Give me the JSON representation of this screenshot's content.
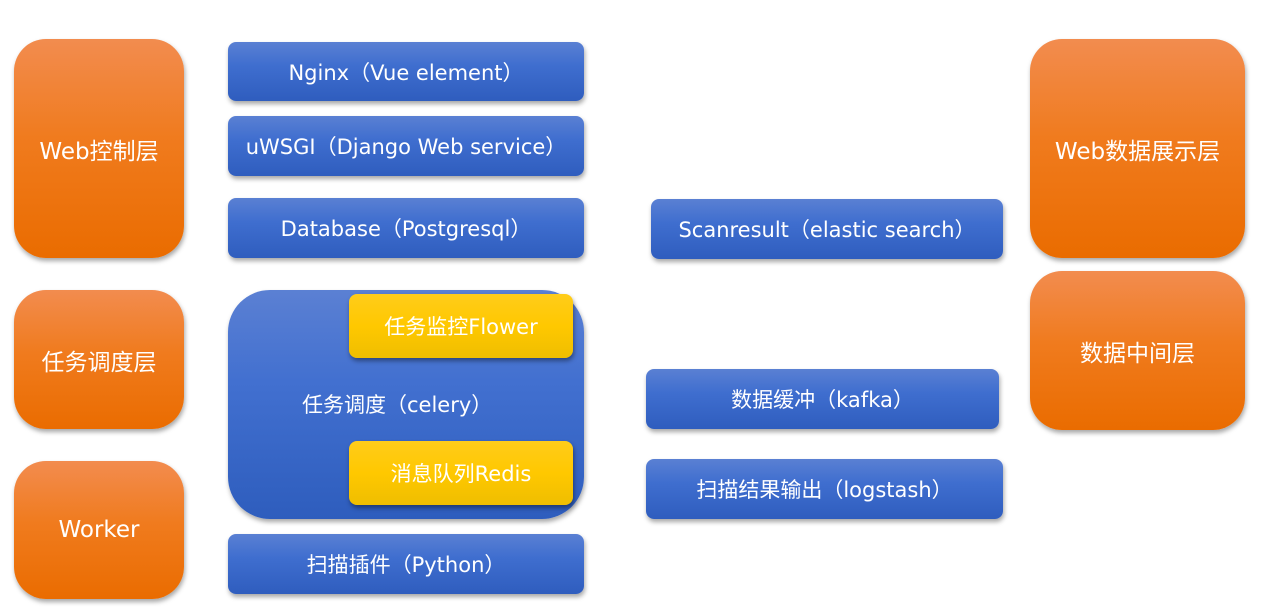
{
  "layers": {
    "web_control": "Web控制层",
    "task_scheduling": "任务调度层",
    "worker": "Worker",
    "web_data_display": "Web数据展示层",
    "data_middle": "数据中间层"
  },
  "components": {
    "nginx": "Nginx（Vue element）",
    "uwsgi": "uWSGI（Django Web service）",
    "database": "Database（Postgresql）",
    "celery": "任务调度（celery）",
    "flower": "任务监控Flower",
    "redis": "消息队列Redis",
    "plugins": "扫描插件（Python）",
    "scanresult": "Scanresult（elastic search）",
    "kafka": "数据缓冲（kafka）",
    "logstash": "扫描结果输出（logstash）"
  },
  "colors": {
    "layer_orange": "#f07b1e",
    "component_blue": "#3f6ecf",
    "highlight_yellow": "#ffc800",
    "text": "#ffffff"
  }
}
